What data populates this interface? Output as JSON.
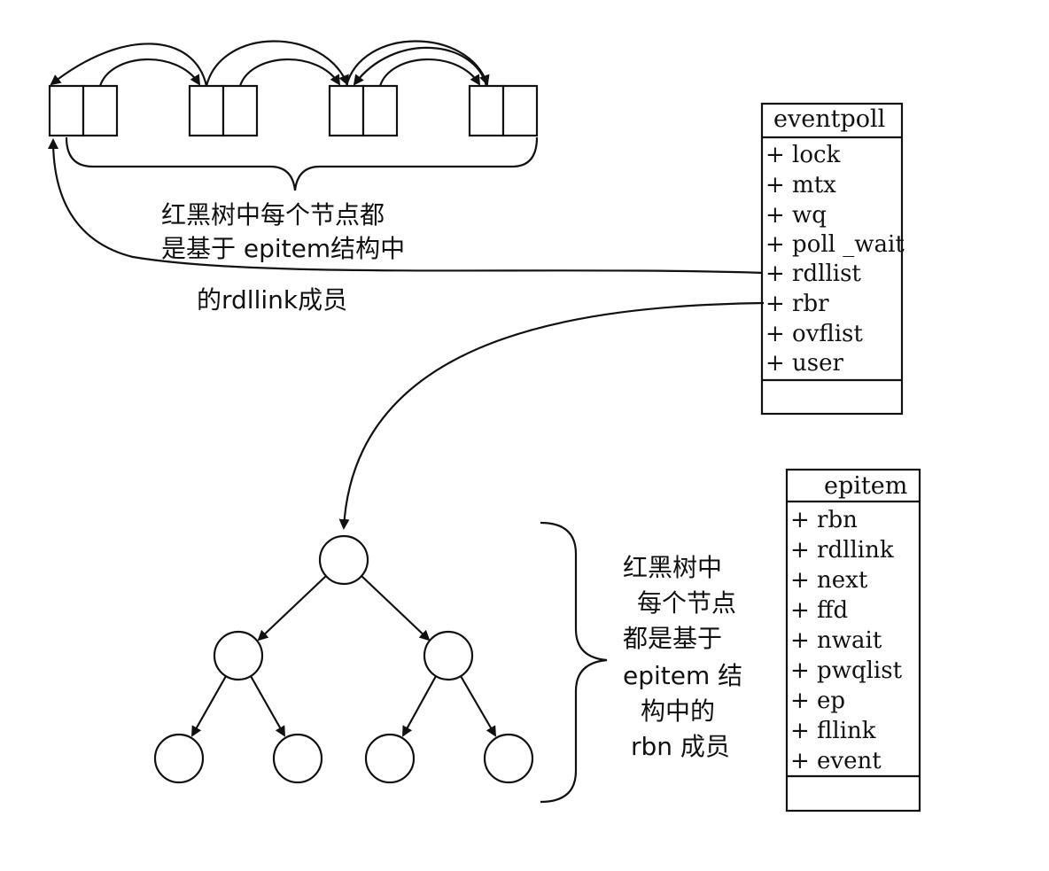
{
  "eventpoll": {
    "title": "eventpoll",
    "fields": [
      "+ lock",
      "+ mtx",
      "+ wq",
      "+ poll _wait",
      "+ rdllist",
      "+ rbr",
      "+ ovflist",
      "+ user"
    ]
  },
  "epitem": {
    "title": "epitem",
    "fields": [
      "+ rbn",
      "+ rdllink",
      "+ next",
      "+ ffd",
      "+ nwait",
      "+ pwqlist",
      "+ ep",
      "+ fllink",
      "+ event"
    ]
  },
  "list_note": {
    "lines": [
      "红黑树中每个节点都",
      "是基于 epitem结构中",
      "的rdllink成员"
    ]
  },
  "tree_note": {
    "lines": [
      "红黑树中",
      "每个节点",
      "都是基于",
      "epitem 结",
      "构中的",
      "rbn 成员"
    ]
  }
}
